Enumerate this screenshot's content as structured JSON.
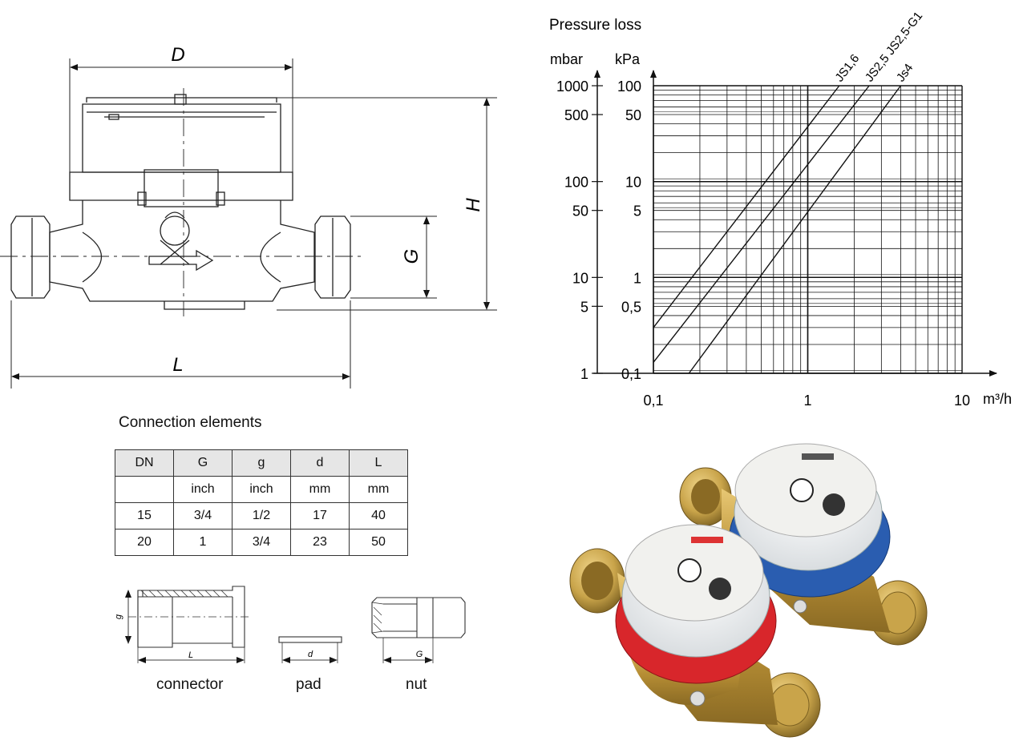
{
  "meter_drawing": {
    "dim_D": "D",
    "dim_H": "H",
    "dim_G": "G",
    "dim_L": "L"
  },
  "chart_data": {
    "type": "line",
    "title": "Pressure loss",
    "ylabel_left": "mbar",
    "ylabel_right": "kPa",
    "xlabel": "m³/h",
    "xscale": "log",
    "yscale": "log",
    "xlim": [
      0.1,
      10
    ],
    "ylim_mbar": [
      1,
      1000
    ],
    "x_ticks": [
      "0,1",
      "1",
      "10"
    ],
    "y_ticks_mbar": [
      "1000",
      "500",
      "100",
      "50",
      "10",
      "5",
      "1"
    ],
    "y_ticks_kpa": [
      "100",
      "50",
      "10",
      "5",
      "1",
      "0,5",
      "0,1"
    ],
    "y_tick_values_mbar": [
      1000,
      500,
      100,
      50,
      10,
      5,
      1
    ],
    "grid": true,
    "series": [
      {
        "name": "JS1,6",
        "x": [
          0.1,
          1.6
        ],
        "y": [
          3.0,
          1000
        ]
      },
      {
        "name": "JS2,5 JS2,5-G1",
        "x": [
          0.1,
          2.5
        ],
        "y": [
          1.3,
          1000
        ]
      },
      {
        "name": "Js4",
        "x": [
          0.17,
          4.0
        ],
        "y": [
          1.0,
          1000
        ]
      }
    ]
  },
  "connection": {
    "title": "Connection elements",
    "headers": [
      "DN",
      "G",
      "g",
      "d",
      "L"
    ],
    "units": [
      "",
      "inch",
      "inch",
      "mm",
      "mm"
    ],
    "rows": [
      [
        "15",
        "3/4",
        "1/2",
        "17",
        "40"
      ],
      [
        "20",
        "1",
        "3/4",
        "23",
        "50"
      ]
    ],
    "drawings": {
      "connector": {
        "caption": "connector",
        "dim_g": "g",
        "dim_L": "L"
      },
      "pad": {
        "caption": "pad",
        "dim_d": "d"
      },
      "nut": {
        "caption": "nut",
        "dim_G": "G"
      }
    }
  },
  "colors": {
    "brass": "#c9a44a",
    "red_ring": "#d8262b",
    "blue_ring": "#2a5db0"
  }
}
